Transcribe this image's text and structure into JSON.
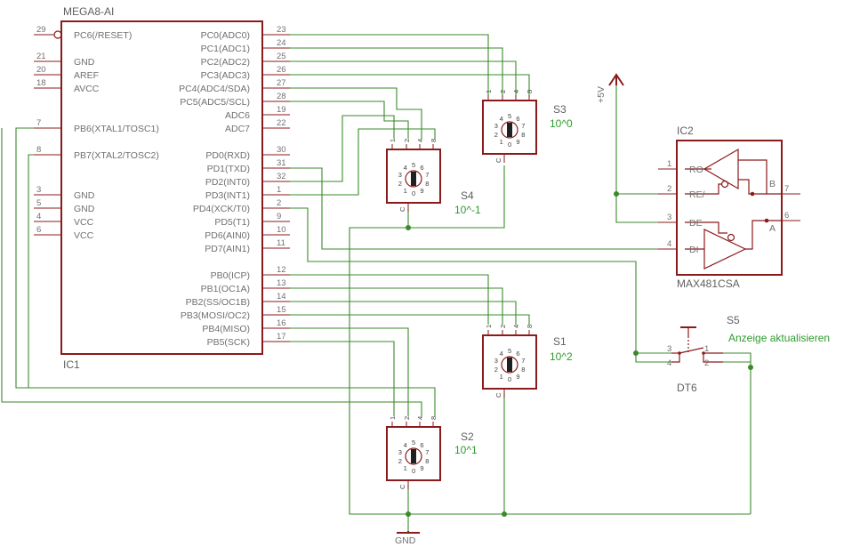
{
  "ic1": {
    "part": "MEGA8-AI",
    "name": "IC1",
    "left_pins": [
      {
        "num": "29",
        "label": "PC6(/RESET)"
      },
      {
        "num": "21",
        "label": "GND"
      },
      {
        "num": "20",
        "label": "AREF"
      },
      {
        "num": "18",
        "label": "AVCC"
      },
      {
        "num": "7",
        "label": "PB6(XTAL1/TOSC1)"
      },
      {
        "num": "8",
        "label": "PB7(XTAL2/TOSC2)"
      },
      {
        "num": "3",
        "label": "GND"
      },
      {
        "num": "5",
        "label": "GND"
      },
      {
        "num": "4",
        "label": "VCC"
      },
      {
        "num": "6",
        "label": "VCC"
      }
    ],
    "right_pins": [
      {
        "num": "23",
        "label": "PC0(ADC0)"
      },
      {
        "num": "24",
        "label": "PC1(ADC1)"
      },
      {
        "num": "25",
        "label": "PC2(ADC2)"
      },
      {
        "num": "26",
        "label": "PC3(ADC3)"
      },
      {
        "num": "27",
        "label": "PC4(ADC4/SDA)"
      },
      {
        "num": "28",
        "label": "PC5(ADC5/SCL)"
      },
      {
        "num": "19",
        "label": "ADC6"
      },
      {
        "num": "22",
        "label": "ADC7"
      },
      {
        "num": "30",
        "label": "PD0(RXD)"
      },
      {
        "num": "31",
        "label": "PD1(TXD)"
      },
      {
        "num": "32",
        "label": "PD2(INT0)"
      },
      {
        "num": "1",
        "label": "PD3(INT1)"
      },
      {
        "num": "2",
        "label": "PD4(XCK/T0)"
      },
      {
        "num": "9",
        "label": "PD5(T1)"
      },
      {
        "num": "10",
        "label": "PD6(AIN0)"
      },
      {
        "num": "11",
        "label": "PD7(AIN1)"
      },
      {
        "num": "12",
        "label": "PB0(ICP)"
      },
      {
        "num": "13",
        "label": "PB1(OC1A)"
      },
      {
        "num": "14",
        "label": "PB2(SS/OC1B)"
      },
      {
        "num": "15",
        "label": "PB3(MOSI/OC2)"
      },
      {
        "num": "16",
        "label": "PB4(MISO)"
      },
      {
        "num": "17",
        "label": "PB5(SCK)"
      }
    ]
  },
  "ic2": {
    "part": "MAX481CSA",
    "name": "IC2",
    "left_pins": [
      {
        "num": "1",
        "label": "RO"
      },
      {
        "num": "2",
        "label": "RE/"
      },
      {
        "num": "3",
        "label": "DE"
      },
      {
        "num": "4",
        "label": "DI"
      }
    ],
    "right_pins": [
      {
        "num": "7",
        "label": "B"
      },
      {
        "num": "6",
        "label": "A"
      }
    ]
  },
  "rotary_switches": [
    {
      "name": "S3",
      "value": "10^0"
    },
    {
      "name": "S4",
      "value": "10^-1"
    },
    {
      "name": "S1",
      "value": "10^2"
    },
    {
      "name": "S2",
      "value": "10^1"
    }
  ],
  "rotary_pins": [
    "1",
    "2",
    "4",
    "8"
  ],
  "rotary_common": "C",
  "rotary_dial": [
    "0",
    "1",
    "2",
    "3",
    "4",
    "5",
    "6",
    "7",
    "8",
    "9"
  ],
  "button": {
    "name": "S5",
    "value": "Anzeige aktualisieren",
    "package": "DT6",
    "pins": [
      "3",
      "1",
      "4",
      "2"
    ]
  },
  "supply_label": "+5V",
  "ground_label": "GND"
}
